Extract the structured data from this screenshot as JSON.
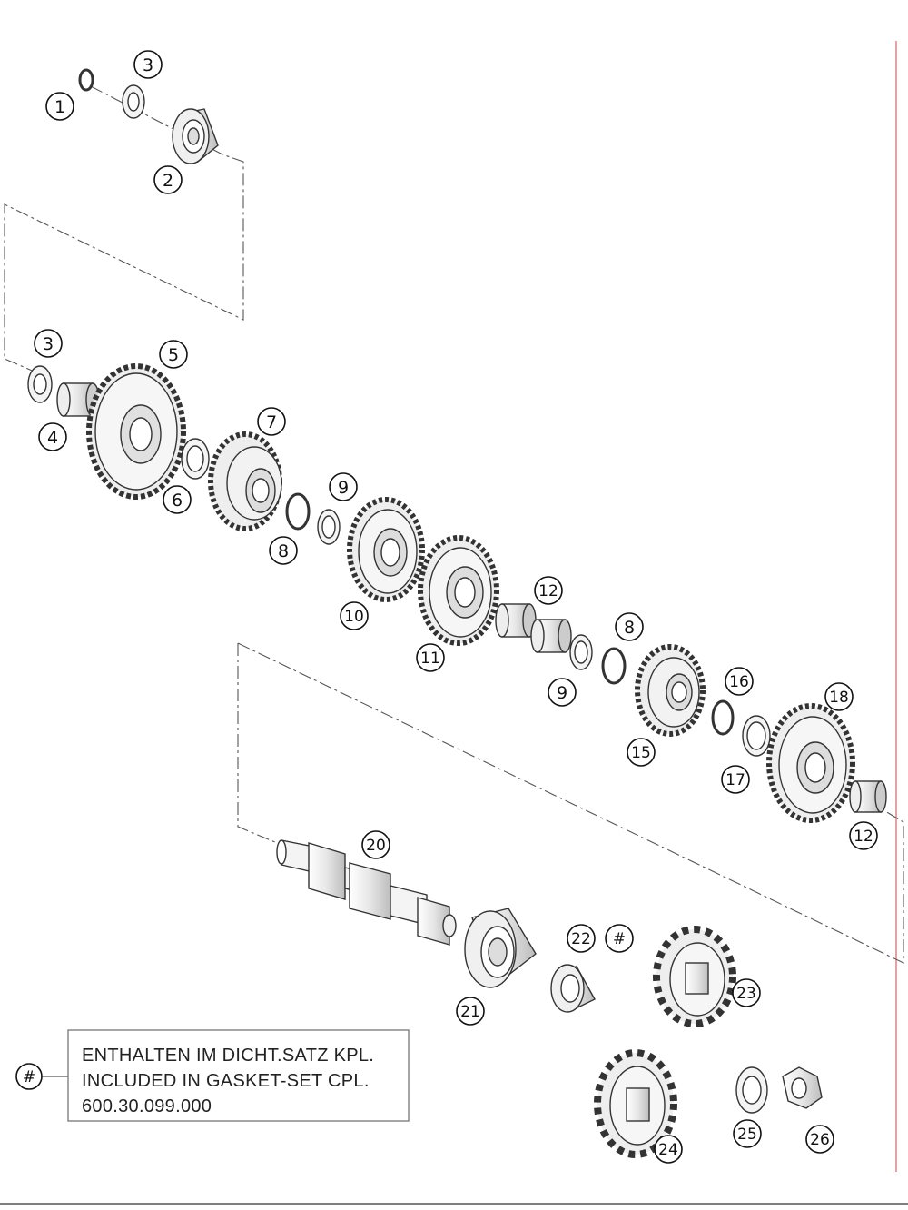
{
  "callouts": {
    "c1": "1",
    "c2": "2",
    "c3a": "3",
    "c3b": "3",
    "c4": "4",
    "c5": "5",
    "c6": "6",
    "c7": "7",
    "c8a": "8",
    "c8b": "8",
    "c9a": "9",
    "c9b": "9",
    "c10": "10",
    "c11": "11",
    "c12a": "12",
    "c12b": "12",
    "c15": "15",
    "c16": "16",
    "c17": "17",
    "c18": "18",
    "c20": "20",
    "c21": "21",
    "c22": "22",
    "c22hash": "#",
    "c23": "23",
    "c24": "24",
    "c25": "25",
    "c26": "26"
  },
  "legend": {
    "symbol": "#",
    "line1": "ENTHALTEN IM DICHT.SATZ KPL.",
    "line2": "INCLUDED IN GASKET-SET CPL.",
    "line3": "600.30.099.000"
  },
  "colors": {
    "line": "#333333",
    "fill_light": "#f2f2f2",
    "fill_mid": "#d9d9d9",
    "accent_red": "#d94040"
  }
}
